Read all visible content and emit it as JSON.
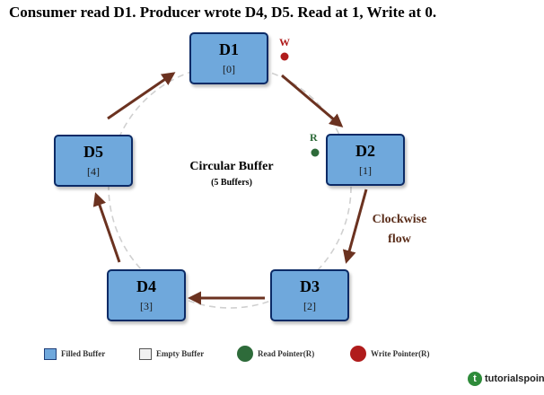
{
  "title": "Consumer read D1. Producer wrote D4, D5. Read at 1, Write at 0.",
  "center": {
    "title": "Circular Buffer",
    "subtitle": "(5 Buffers)"
  },
  "flow_label": {
    "line1": "Clockwise",
    "line2": "flow"
  },
  "buffers": [
    {
      "label": "D1",
      "index": "[0]",
      "state": "filled"
    },
    {
      "label": "D2",
      "index": "[1]",
      "state": "filled"
    },
    {
      "label": "D3",
      "index": "[2]",
      "state": "filled"
    },
    {
      "label": "D4",
      "index": "[3]",
      "state": "filled"
    },
    {
      "label": "D5",
      "index": "[4]",
      "state": "filled"
    }
  ],
  "pointers": {
    "write": {
      "label": "W",
      "at_index": 0,
      "color": "#b01c1c"
    },
    "read": {
      "label": "R",
      "at_index": 1,
      "color": "#2e6b3a"
    }
  },
  "legend": [
    {
      "label": "Filled Buffer",
      "kind": "box",
      "color": "#6fa8dc"
    },
    {
      "label": "Empty Buffer",
      "kind": "box",
      "color": "#f0f0f0"
    },
    {
      "label": "Read Pointer(R)",
      "kind": "dot",
      "color": "#2e6b3a"
    },
    {
      "label": "Write Pointer(R)",
      "kind": "dot",
      "color": "#b01c1c"
    }
  ],
  "colors": {
    "filled": "#6fa8dc",
    "node_border": "#0b2a66",
    "arrow": "#6b3220",
    "ring": "#d0d0d0"
  },
  "logo": {
    "text": "tutorialspoint",
    "icon": "tutorialspoint-logo-icon"
  }
}
